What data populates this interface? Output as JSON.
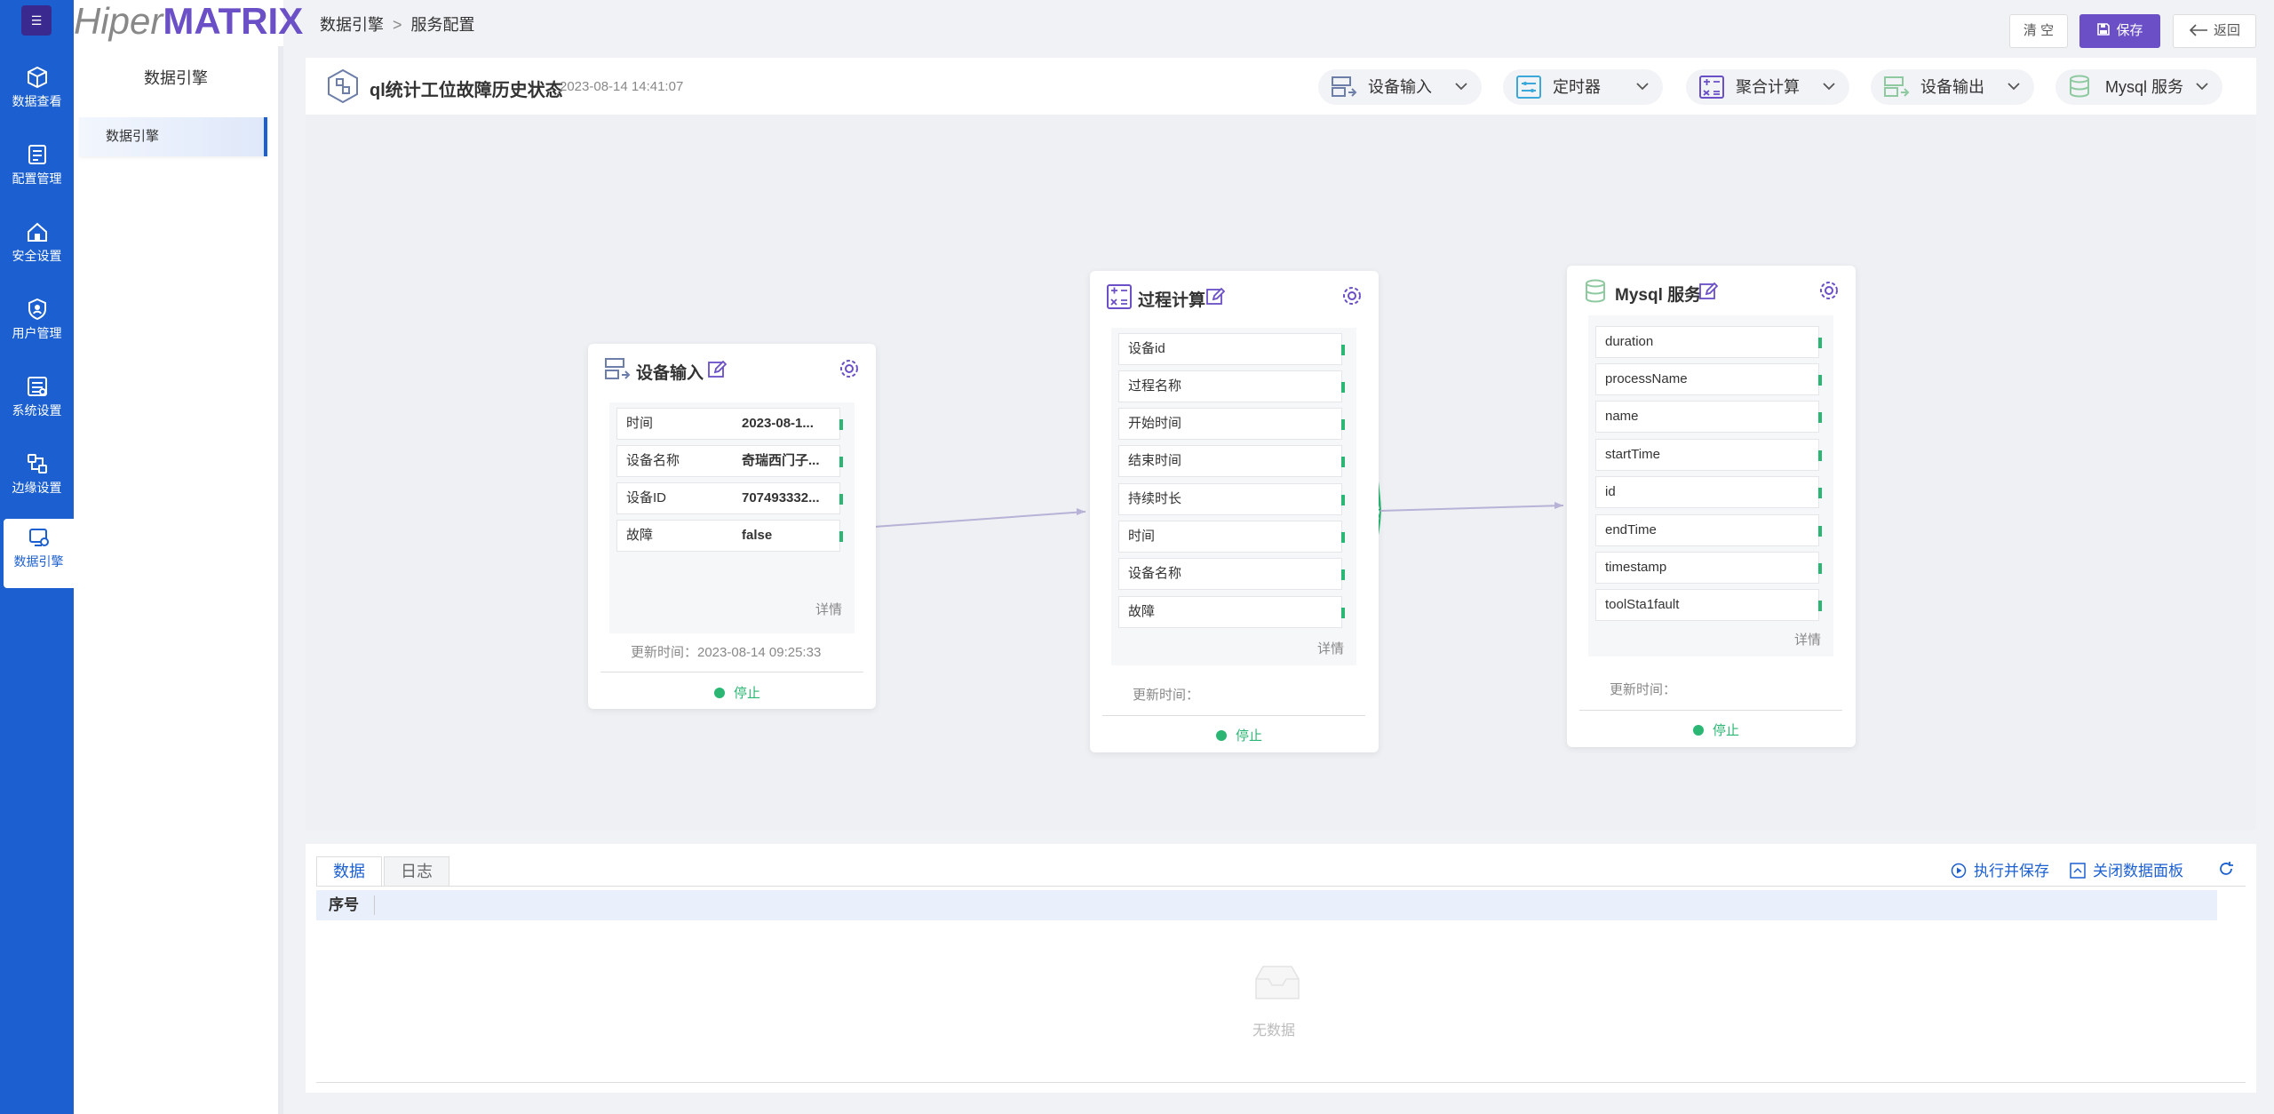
{
  "app": {
    "brand_left": "Hiper",
    "brand_right": "MATRIX",
    "logo_glyph": "☰"
  },
  "nav": [
    {
      "label": "数据查看",
      "icon": "cube-icon"
    },
    {
      "label": "配置管理",
      "icon": "config-icon"
    },
    {
      "label": "安全设置",
      "icon": "home-shield-icon"
    },
    {
      "label": "用户管理",
      "icon": "user-shield-icon"
    },
    {
      "label": "系统设置",
      "icon": "system-settings-icon"
    },
    {
      "label": "边缘设置",
      "icon": "edge-icon"
    },
    {
      "label": "数据引擎",
      "icon": "data-engine-icon",
      "active": true
    }
  ],
  "submenu": {
    "title": "数据引擎",
    "items": [
      {
        "label": "数据引擎"
      }
    ]
  },
  "breadcrumb": {
    "items": [
      "数据引擎",
      "服务配置"
    ],
    "separator": ">"
  },
  "toolbar": {
    "clear": "清 空",
    "save": "保存",
    "back": "返回"
  },
  "flow": {
    "title": "ql统计工位故障历史状态",
    "time": "2023-08-14 14:41:07"
  },
  "tools": [
    {
      "label": "设备输入",
      "icon": "device-input-icon"
    },
    {
      "label": "定时器",
      "icon": "timer-icon"
    },
    {
      "label": "聚合计算",
      "icon": "aggregate-calc-icon"
    },
    {
      "label": "设备输出",
      "icon": "device-output-icon"
    },
    {
      "label": "Mysql 服务",
      "icon": "mysql-db-icon"
    }
  ],
  "nodes": {
    "input": {
      "title": "设备输入",
      "fields": [
        {
          "key": "时间",
          "value": "2023-08-1..."
        },
        {
          "key": "设备名称",
          "value": "奇瑞西门子..."
        },
        {
          "key": "设备ID",
          "value": "707493332..."
        },
        {
          "key": "故障",
          "value": "false"
        }
      ],
      "detail": "详情",
      "updated": "更新时间：2023-08-14 09:25:33",
      "status": "停止"
    },
    "process": {
      "title": "过程计算",
      "fields": [
        "设备id",
        "过程名称",
        "开始时间",
        "结束时间",
        "持续时长",
        "时间",
        "设备名称",
        "故障"
      ],
      "detail": "详情",
      "updated": "更新时间：",
      "status": "停止"
    },
    "mysql": {
      "title": "Mysql 服务",
      "fields": [
        "duration",
        "processName",
        "name",
        "startTime",
        "id",
        "endTime",
        "timestamp",
        "toolSta1fault"
      ],
      "detail": "详情",
      "updated": "更新时间：",
      "status": "停止"
    }
  },
  "panel": {
    "tabs": [
      "数据",
      "日志"
    ],
    "actions": {
      "run_save": "执行并保存",
      "close_panel": "关闭数据面板"
    },
    "columns": [
      "序号"
    ],
    "empty": "无数据"
  },
  "colors": {
    "nav_bg": "#1b5fd0",
    "accent": "#6a4fc6",
    "status_green": "#2bb673",
    "edge": "#b7b2d6"
  }
}
